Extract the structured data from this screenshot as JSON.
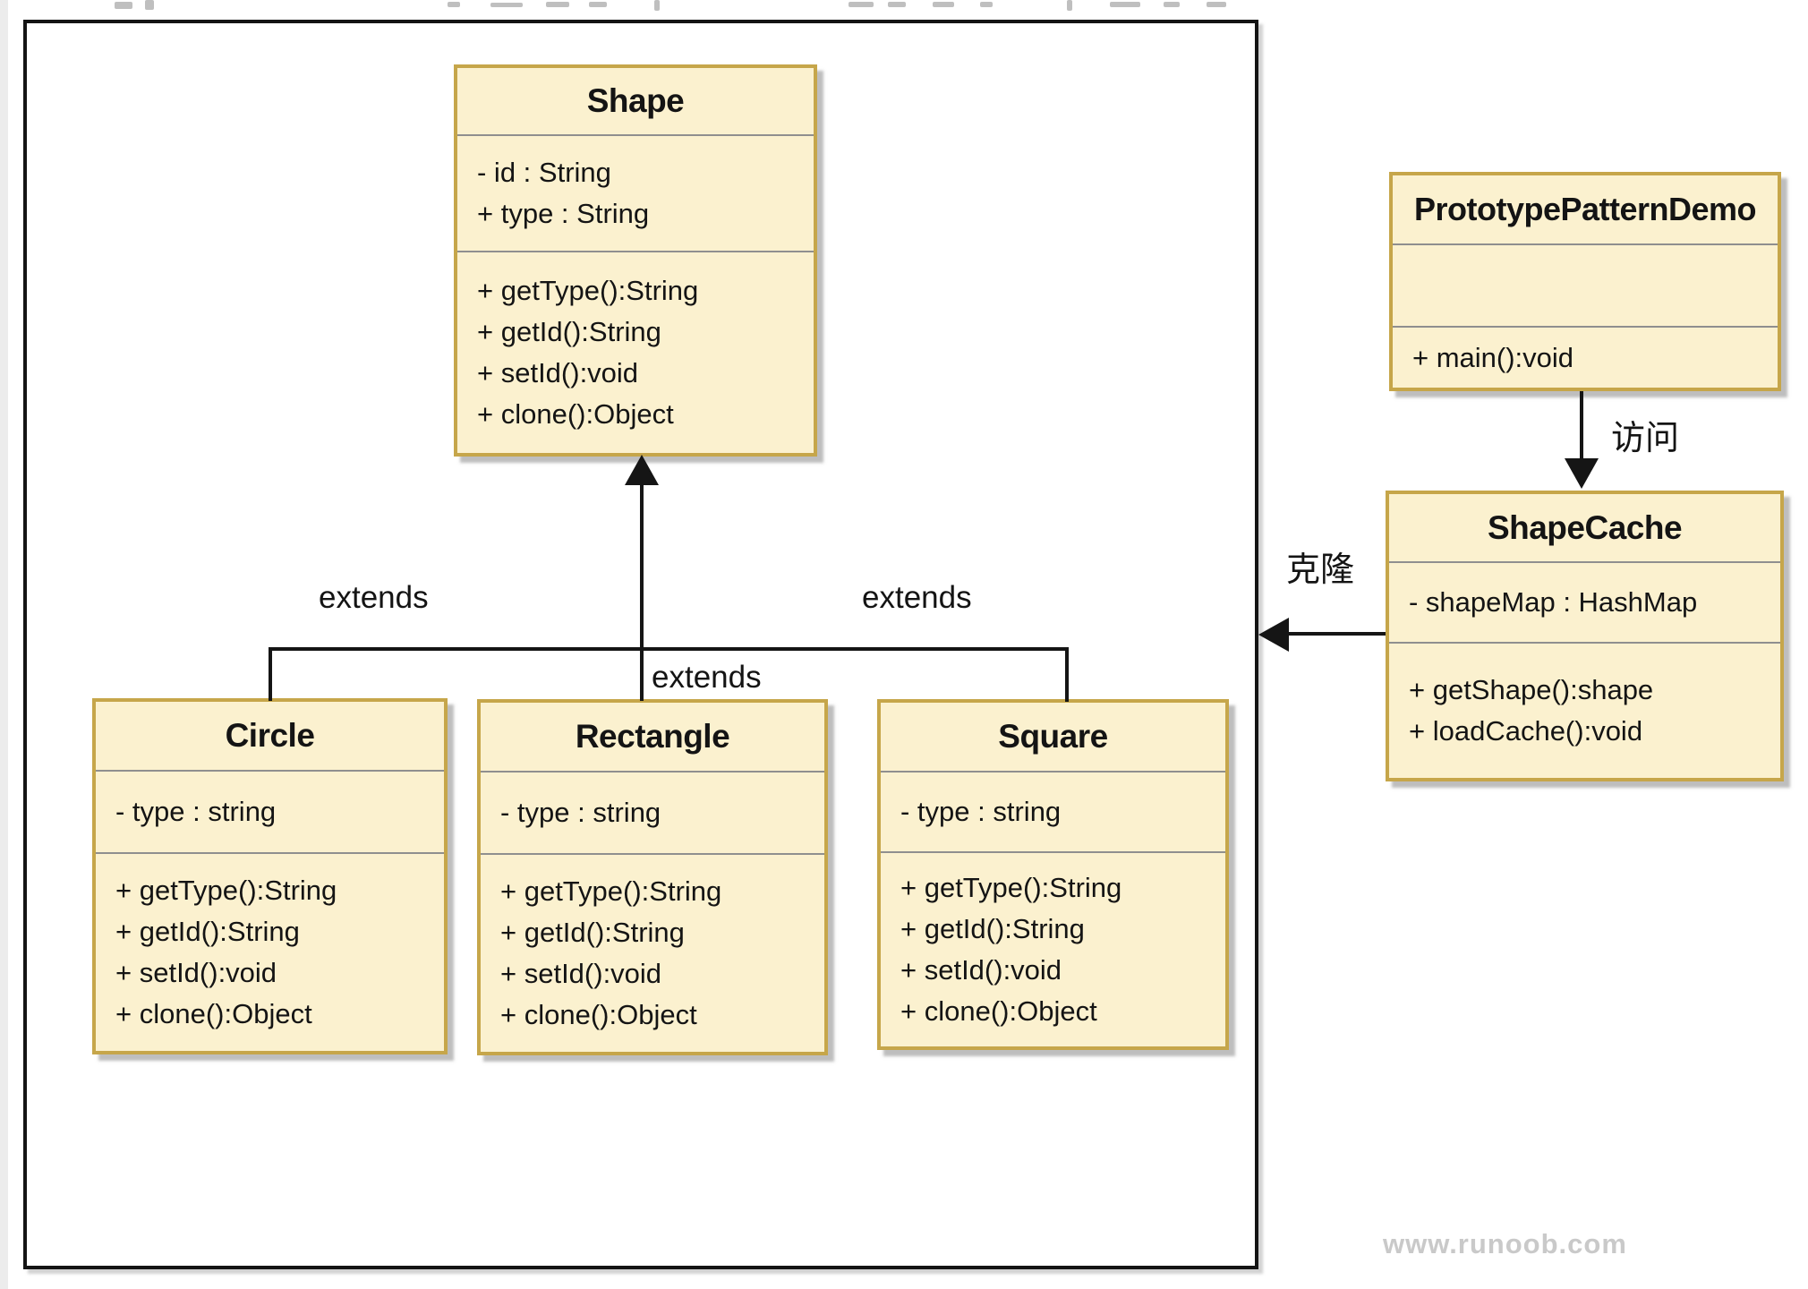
{
  "diagram": {
    "classes": [
      {
        "name": "Shape",
        "attributes": [
          "- id : String",
          "+ type : String"
        ],
        "methods": [
          "+ getType():String",
          "+ getId():String",
          "+ setId():void",
          "+ clone():Object"
        ]
      },
      {
        "name": "Circle",
        "attributes": [
          "- type : string"
        ],
        "methods": [
          "+ getType():String",
          "+ getId():String",
          "+ setId():void",
          "+ clone():Object"
        ]
      },
      {
        "name": "Rectangle",
        "attributes": [
          "- type : string"
        ],
        "methods": [
          "+ getType():String",
          "+ getId():String",
          "+ setId():void",
          "+ clone():Object"
        ]
      },
      {
        "name": "Square",
        "attributes": [
          "- type : string"
        ],
        "methods": [
          "+ getType():String",
          "+ getId():String",
          "+ setId():void",
          "+ clone():Object"
        ]
      },
      {
        "name": "PrototypePatternDemo",
        "attributes": [],
        "methods": [
          "+ main():void"
        ]
      },
      {
        "name": "ShapeCache",
        "attributes": [
          "- shapeMap : HashMap"
        ],
        "methods": [
          "+ getShape():shape",
          "+ loadCache():void"
        ]
      }
    ],
    "labels": {
      "extends_left": "extends",
      "extends_center": "extends",
      "extends_right": "extends",
      "access": "访问",
      "clone": "克隆"
    },
    "watermark": "www.runoob.com",
    "colors": {
      "box_fill": "#FBF1CF",
      "box_border": "#C6A64A",
      "line": "#151515",
      "separator": "#8F8F8F",
      "watermark": "#C9C9C9"
    }
  }
}
